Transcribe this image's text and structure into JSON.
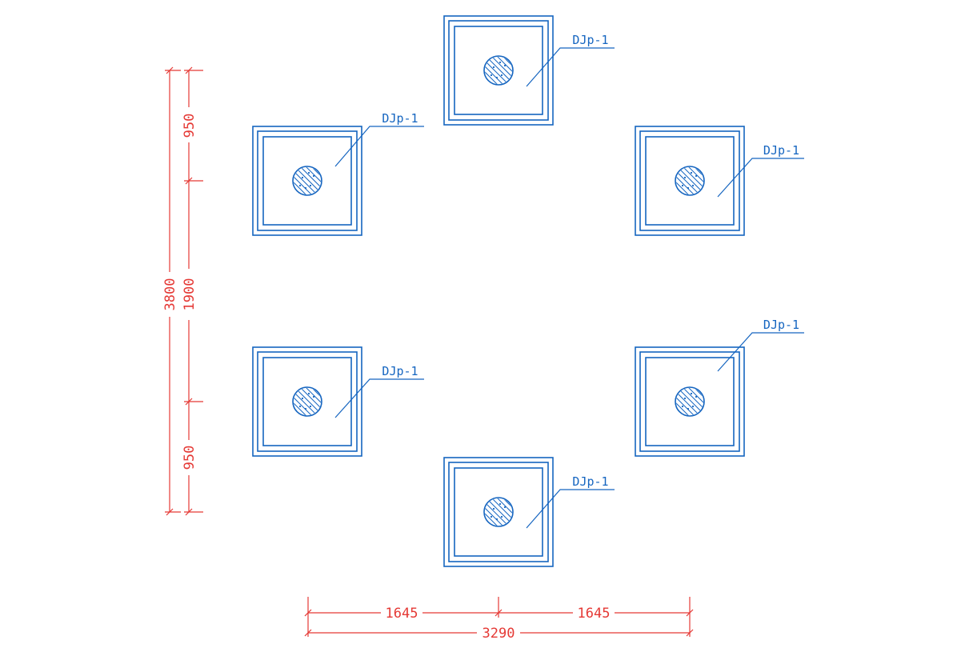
{
  "colors": {
    "footing": "#1565c0",
    "dimension": "#e53935",
    "background": "#ffffff"
  },
  "footing_label": "DJp-1",
  "footings": [
    {
      "id": "top",
      "label": "DJp-1"
    },
    {
      "id": "upper-left",
      "label": "DJp-1"
    },
    {
      "id": "upper-right",
      "label": "DJp-1"
    },
    {
      "id": "lower-left",
      "label": "DJp-1"
    },
    {
      "id": "lower-right",
      "label": "DJp-1"
    },
    {
      "id": "bottom",
      "label": "DJp-1"
    }
  ],
  "dimensions": {
    "vertical_total": "3800",
    "vertical_segments": [
      "950",
      "1900",
      "950"
    ],
    "horizontal_segments": [
      "1645",
      "1645"
    ],
    "horizontal_total": "3290"
  }
}
